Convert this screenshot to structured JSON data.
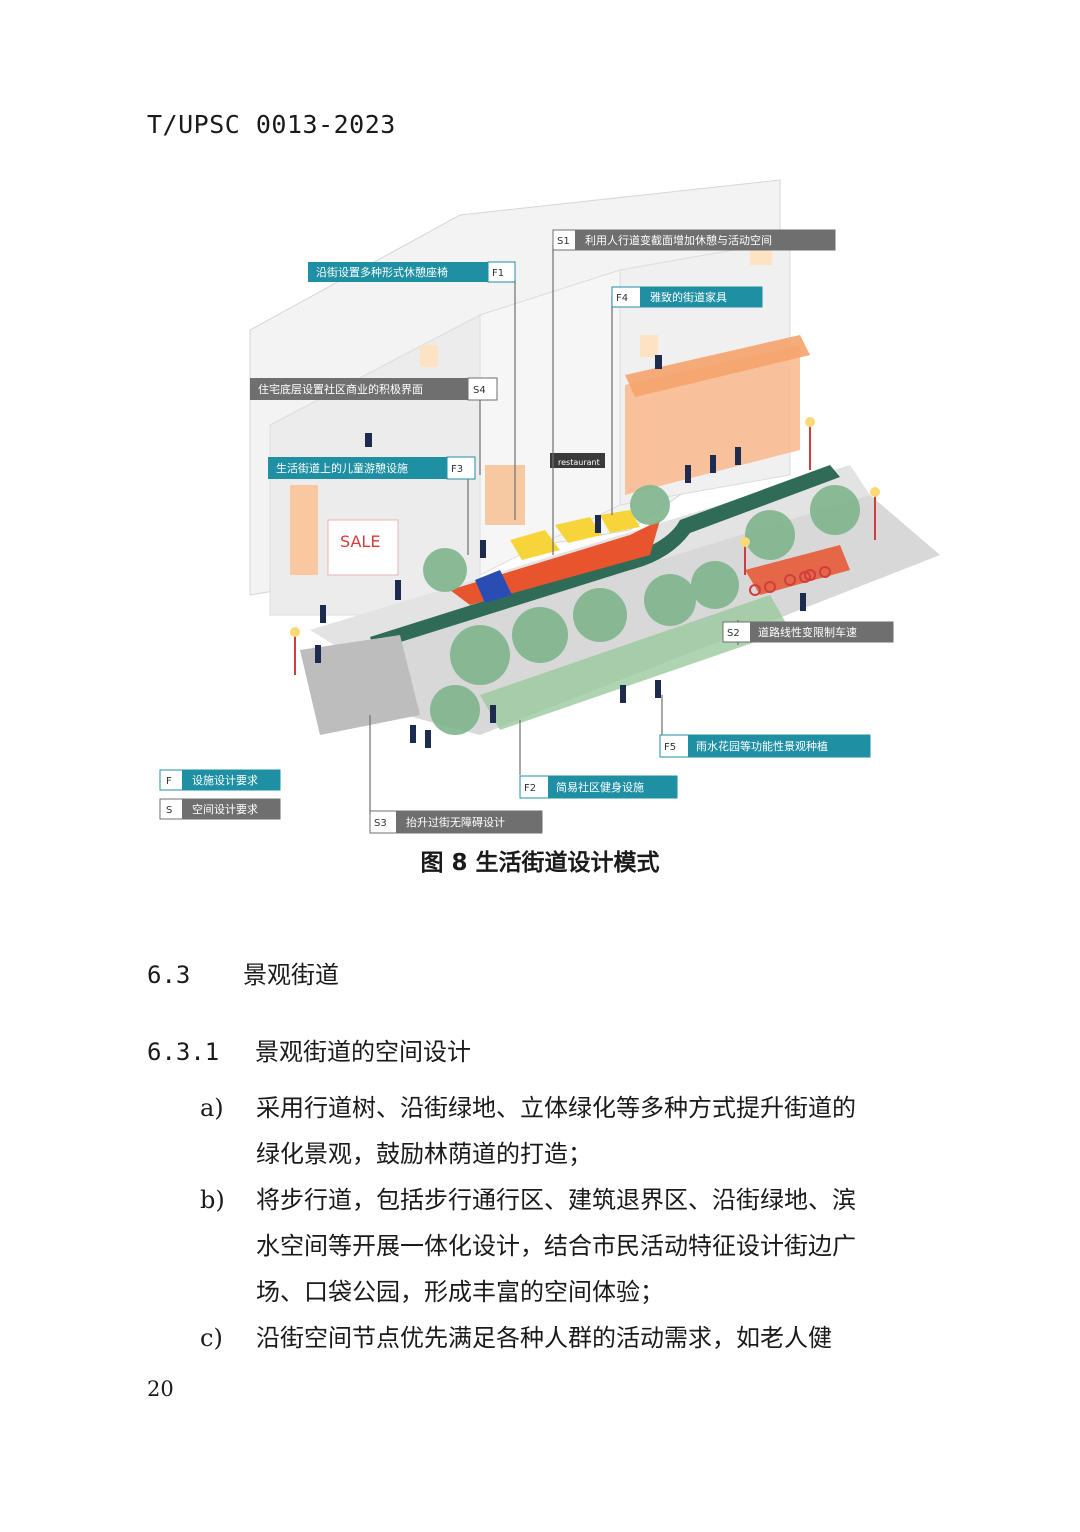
{
  "header": {
    "standard_code": "T/UPSC 0013-2023"
  },
  "figure": {
    "labels": {
      "s1": "利用人行道变截面增加休憩与活动空间",
      "f1": "沿街设置多种形式休憩座椅",
      "f4": "雅致的街道家具",
      "s4": "住宅底层设置社区商业的积极界面",
      "f3": "生活街道上的儿童游憩设施",
      "s2": "道路线性变限制车速",
      "f5": "雨水花园等功能性景观种植",
      "f2": "简易社区健身设施",
      "s3": "抬升过街无障碍设计",
      "legend_f": "设施设计要求",
      "legend_s": "空间设计要求"
    },
    "codes": {
      "s1": "S1",
      "f1": "F1",
      "f4": "F4",
      "s4": "S4",
      "f3": "F3",
      "s2": "S2",
      "f5": "F5",
      "f2": "F2",
      "s3": "S3",
      "legend_f": "F",
      "legend_s": "S"
    },
    "signs": {
      "sale": "SALE",
      "restaurant": "restaurant"
    },
    "colors": {
      "facility": "#1f8fa3",
      "space": "#6f6f6f",
      "lane": "#2f6b56",
      "plaza": "#e8542e",
      "tree": "#7fb58c",
      "awning": "#f5a36b"
    },
    "caption": "图 8 生活街道设计模式"
  },
  "section": {
    "number": "6.3",
    "title": "景观街道"
  },
  "subsection": {
    "number": "6.3.1",
    "title": "景观街道的空间设计"
  },
  "items": [
    {
      "mark": "a)",
      "lines": [
        "采用行道树、沿街绿地、立体绿化等多种方式提升街道的",
        "绿化景观，鼓励林荫道的打造；"
      ]
    },
    {
      "mark": "b)",
      "lines": [
        "将步行道，包括步行通行区、建筑退界区、沿街绿地、滨",
        "水空间等开展一体化设计，结合市民活动特征设计街边广",
        "场、口袋公园，形成丰富的空间体验；"
      ]
    },
    {
      "mark": "c)",
      "lines": [
        "沿街空间节点优先满足各种人群的活动需求，如老人健"
      ]
    }
  ],
  "page_number": "20"
}
